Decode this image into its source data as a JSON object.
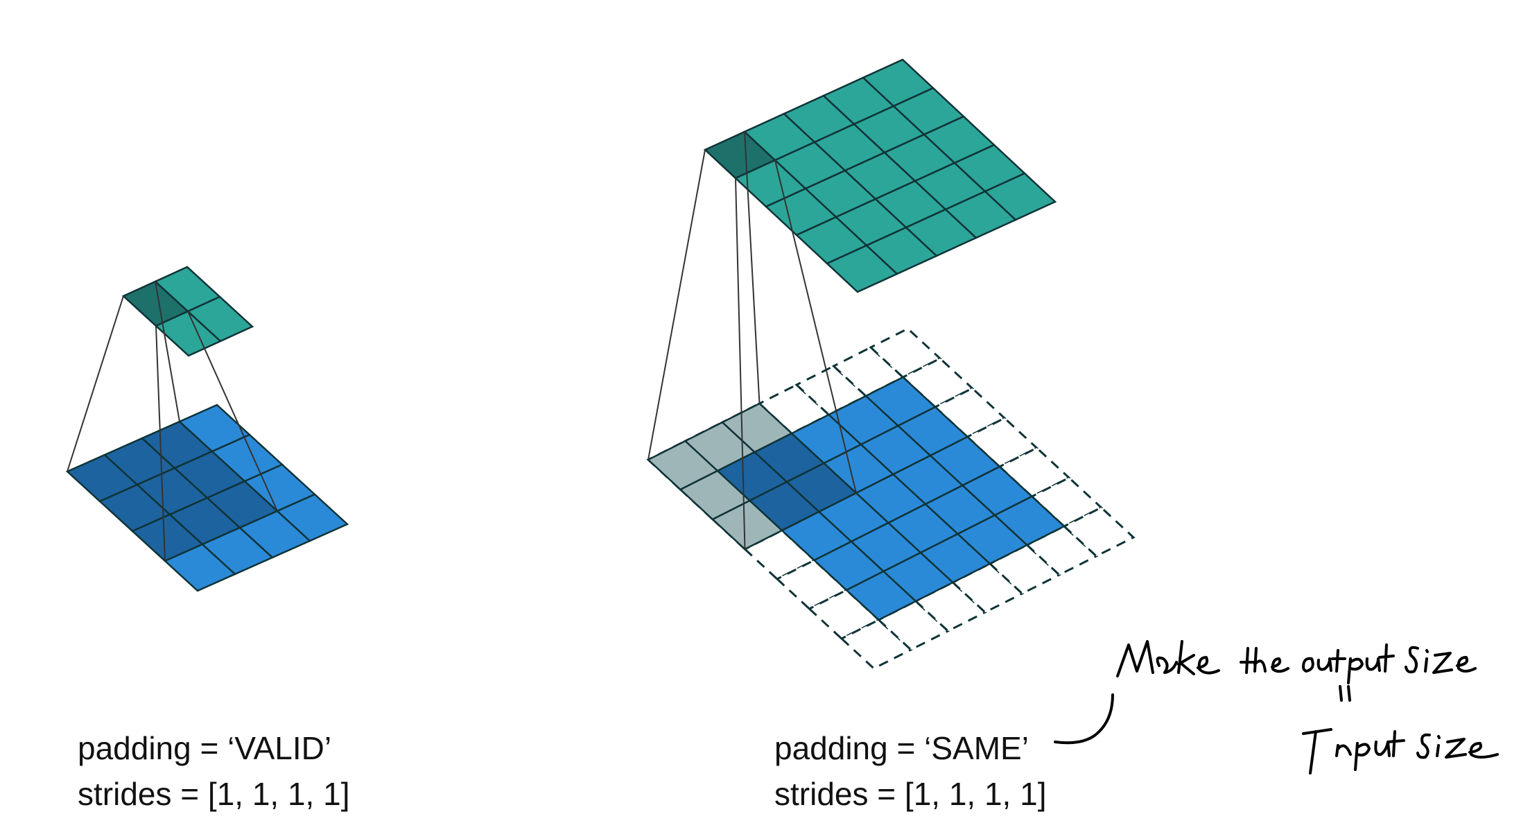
{
  "valid_panel": {
    "padding_label": "padding = ‘VALID’",
    "strides_label": "strides = [1, 1, 1, 1]",
    "input_grid": 4,
    "kernel": 3,
    "output_grid": 2
  },
  "same_panel": {
    "padding_label": "padding = ‘SAME’",
    "strides_label": "strides = [1, 1, 1, 1]",
    "input_grid": 5,
    "padded_grid": 7,
    "kernel": 3,
    "output_grid": 5
  },
  "handwritten_note": {
    "line1": "Make the output Size",
    "line2": "||",
    "line3": "Input size"
  },
  "colors": {
    "input_fill": "#2b8ad8",
    "input_shaded": "#1d639f",
    "output_fill": "#2ca699",
    "output_shaded": "#1e706b",
    "padding_cell": "#9fb6b9",
    "grid_line": "#0f3337",
    "projection_line": "#333333"
  }
}
